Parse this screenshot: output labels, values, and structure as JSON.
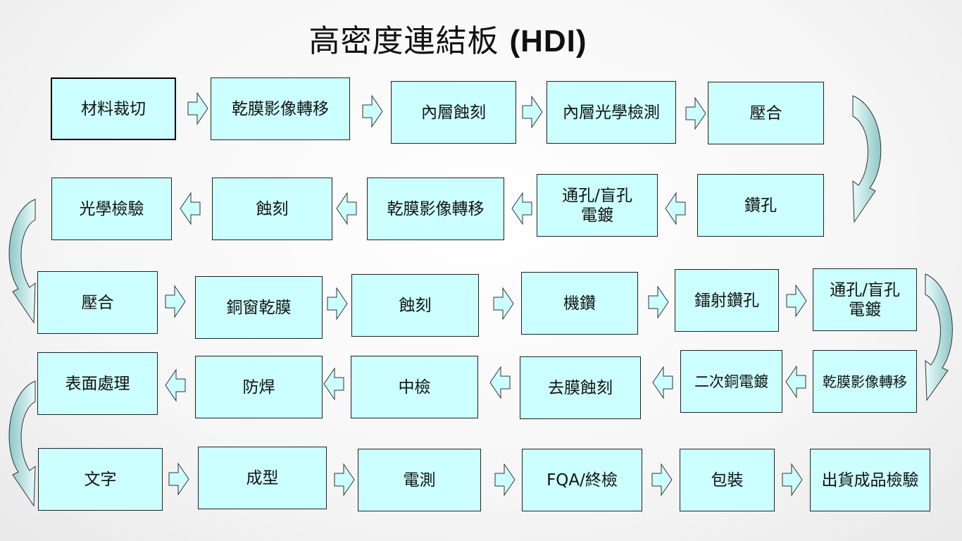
{
  "title": {
    "cjk": "高密度連結板",
    "latin": "(HDI)"
  },
  "row1": [
    "材料裁切",
    "乾膜影像轉移",
    "內層蝕刻",
    "內層光學檢測",
    "壓合"
  ],
  "row2": [
    "光學檢驗",
    "蝕刻",
    "乾膜影像轉移",
    "通孔/盲孔\n電鍍",
    "鑽孔"
  ],
  "row3": [
    "壓合",
    "銅窗乾膜",
    "蝕刻",
    "機鑽",
    "鐳射鑽孔",
    "通孔/盲孔\n電鍍"
  ],
  "row4": [
    "表面處理",
    "防焊",
    "中檢",
    "去膜蝕刻",
    "二次銅電鍍",
    "乾膜影像轉移"
  ],
  "row5": [
    "文字",
    "成型",
    "電測",
    "FQA/終檢",
    "包裝",
    "出貨成品檢驗"
  ],
  "colors": {
    "box_fill": "#ccffff",
    "arrow_fill": "#ccffff",
    "curve_fill": "#a8d8d8",
    "border": "#222222"
  }
}
